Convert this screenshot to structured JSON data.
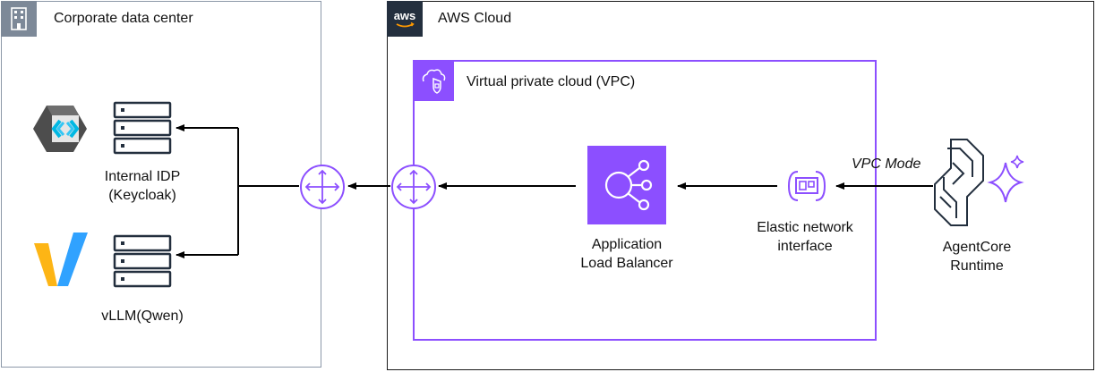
{
  "corporate": {
    "title": "Corporate data center",
    "idp_label_line1": "Internal IDP",
    "idp_label_line2": "(Keycloak)",
    "llm_label": "vLLM(Qwen)"
  },
  "aws": {
    "title": "AWS Cloud",
    "logo_text": "aws",
    "vpc_title": "Virtual private cloud (VPC)",
    "alb_label_line1": "Application",
    "alb_label_line2": "Load Balancer",
    "eni_label_line1": "Elastic network",
    "eni_label_line2": "interface",
    "runtime_label_line1": "AgentCore",
    "runtime_label_line2": "Runtime",
    "vpc_mode_label": "VPC Mode"
  },
  "colors": {
    "purple": "#8c4fff",
    "aws_dark": "#232f3e",
    "corp_gray": "#7d8998",
    "keycloak_blue": "#4d4d4d",
    "vllm_yellow": "#fdb515",
    "vllm_blue": "#30a2ff"
  },
  "icons": {
    "corp": "building-icon",
    "aws": "aws-logo-icon",
    "vpc": "vpc-cloud-lock-icon",
    "keycloak": "keycloak-logo-icon",
    "server": "server-stack-icon",
    "vllm": "vllm-logo-icon",
    "router": "router-icon",
    "alb": "load-balancer-icon",
    "eni": "network-interface-icon",
    "runtime": "agentcore-runtime-icon"
  }
}
